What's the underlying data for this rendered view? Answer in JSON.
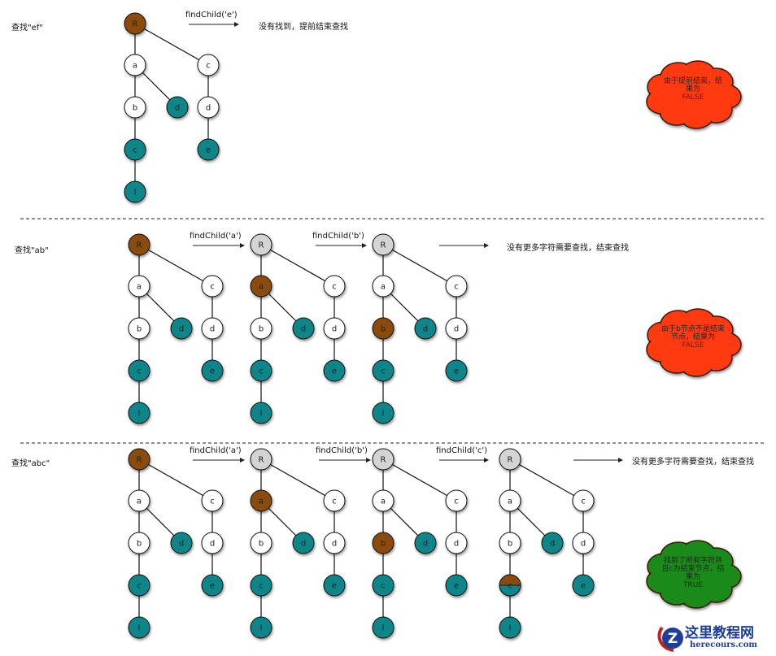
{
  "colors": {
    "brown": "#8a4b0c",
    "teal": "#0b8589",
    "white": "#ffffff",
    "gray": "#d4d4d4",
    "red": "#ff3a10",
    "green": "#1a8a1a"
  },
  "tree_labels": {
    "R": "R",
    "a": "a",
    "c1": "c",
    "b": "b",
    "d1": "d",
    "d2": "d",
    "c2": "c",
    "e": "e",
    "l": "l"
  },
  "sections": [
    {
      "title": "查找\"ef\"",
      "trees": [
        {
          "highlight": "R"
        }
      ],
      "arrows": [
        {
          "label": "findChild('e')"
        }
      ],
      "result": "没有找到，提前结束查找",
      "cloud": {
        "color": "red",
        "text": "由于提前结束，结果为",
        "value": "FALSE"
      }
    },
    {
      "title": "查找\"ab\"",
      "trees": [
        {
          "highlight": "R"
        },
        {
          "highlight": "a"
        },
        {
          "highlight": "b"
        }
      ],
      "arrows": [
        {
          "label": "findChild('a')"
        },
        {
          "label": "findChild('b')"
        },
        {
          "label": ""
        }
      ],
      "result": "没有更多字符需要查找，结束查找",
      "cloud": {
        "color": "red",
        "text": "由于b节点不是结束节点，结果为",
        "value": "FALSE"
      }
    },
    {
      "title": "查找\"abc\"",
      "trees": [
        {
          "highlight": "R"
        },
        {
          "highlight": "a"
        },
        {
          "highlight": "b"
        },
        {
          "highlight": "c2",
          "split": true
        }
      ],
      "arrows": [
        {
          "label": "findChild('a')"
        },
        {
          "label": "findChild('b')"
        },
        {
          "label": "findChild('c')"
        },
        {
          "label": ""
        }
      ],
      "result": "没有更多字符需要查找，结束查找",
      "cloud": {
        "color": "green",
        "text": "找到了所有字符并且c为结束节点，结果为",
        "value": "TRUE"
      }
    }
  ],
  "logo": {
    "title": "这里教程网",
    "url": "herecours.com"
  }
}
